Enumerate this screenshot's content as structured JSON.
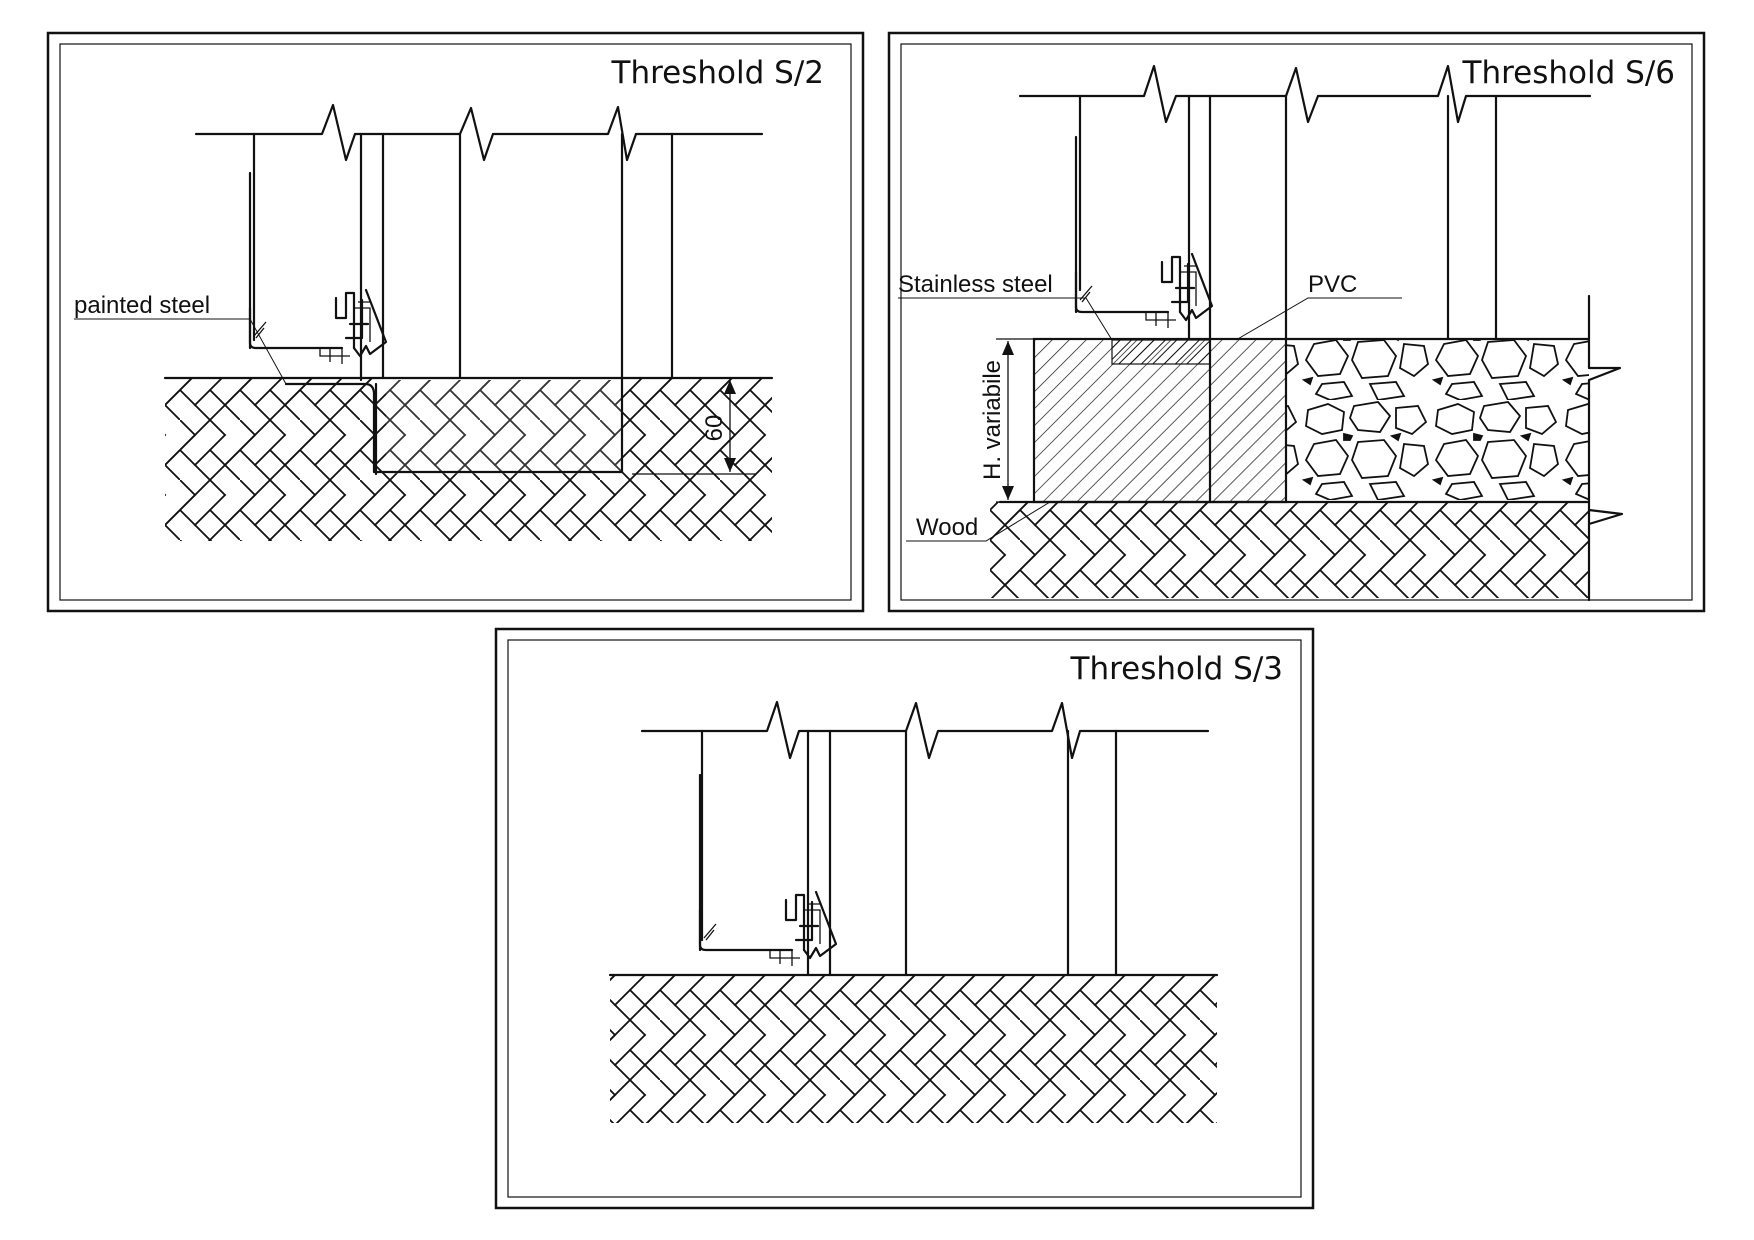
{
  "panels": [
    {
      "title": "Threshold S/2",
      "labels": {
        "material": "painted steel",
        "dimension": "60"
      }
    },
    {
      "title": "Threshold S/6",
      "labels": {
        "steel": "Stainless steel",
        "pvc": "PVC",
        "height": "H. variabile",
        "wood": "Wood"
      }
    },
    {
      "title": "Threshold S/3"
    }
  ],
  "colors": {
    "line": "#111111",
    "background": "#ffffff"
  }
}
